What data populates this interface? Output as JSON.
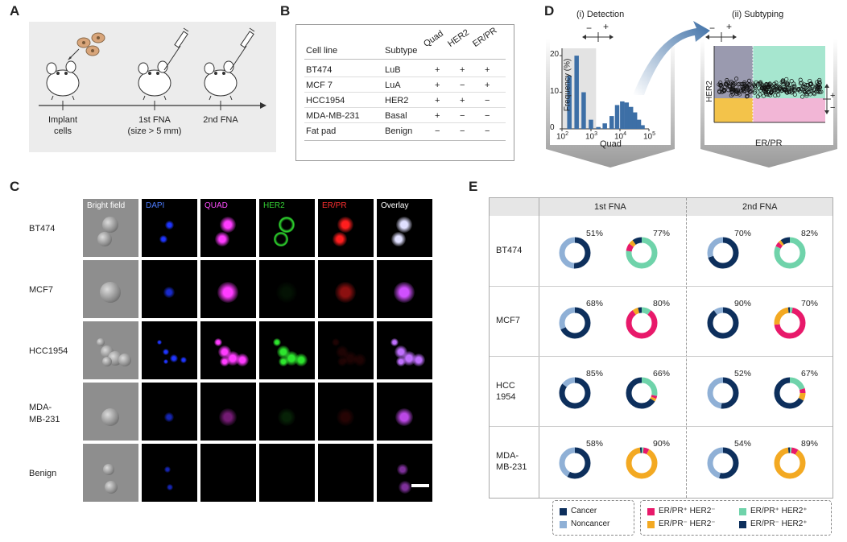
{
  "panels": {
    "A": "A",
    "B": "B",
    "C": "C",
    "D": "D",
    "E": "E"
  },
  "panelA": {
    "steps": [
      "Implant\ncells",
      "1st FNA\n(size > 5 mm)",
      "2nd FNA"
    ],
    "colors": {
      "bg": "#ececec",
      "cells": "#d8a57a"
    }
  },
  "panelB": {
    "headers": [
      "Cell line",
      "Subtype",
      "Quad",
      "HER2",
      "ER/PR"
    ],
    "rows": [
      [
        "BT474",
        "LuB",
        "+",
        "+",
        "+"
      ],
      [
        "MCF 7",
        "LuA",
        "+",
        "−",
        "+"
      ],
      [
        "HCC1954",
        "HER2",
        "+",
        "+",
        "−"
      ],
      [
        "MDA-MB-231",
        "Basal",
        "+",
        "−",
        "−"
      ],
      [
        "Fat pad",
        "Benign",
        "−",
        "−",
        "−"
      ]
    ]
  },
  "panelC": {
    "columns": [
      "Bright field",
      "DAPI",
      "QUAD",
      "HER2",
      "ER/PR",
      "Overlay"
    ],
    "column_colors": [
      "#ffffff",
      "#4d7cff",
      "#ff4dff",
      "#35d335",
      "#ff3030",
      "#ffffff"
    ],
    "rows": [
      "BT474",
      "MCF7",
      "HCC1954",
      "MDA-\nMB-231",
      "Benign"
    ]
  },
  "panelD": {
    "detection_title": "(i)  Detection",
    "subtyping_title": "(ii)  Subtyping",
    "minus": "−",
    "plus": "+",
    "ylabel": "Frequency (%)",
    "xlabel": "Quad",
    "yticks": [
      "0",
      "10",
      "20"
    ],
    "xticks_base": [
      "10",
      "10",
      "10",
      "10"
    ],
    "xticks_exp": [
      "2",
      "3",
      "4",
      "5"
    ],
    "scatter_xlabel": "ER/PR",
    "scatter_ylabel": "HER2",
    "quadrant_colors": {
      "tl": "#9a9aaf",
      "tr": "#a6e6cf",
      "bl": "#f3c34a",
      "br": "#f2b6d6"
    }
  },
  "chart_data": {
    "type": "bar",
    "xlabel": "Quad",
    "ylabel": "Frequency (%)",
    "x_scale": "log",
    "xlim": [
      100,
      100000
    ],
    "ylim": [
      0,
      22
    ],
    "x": [
      180,
      320,
      560,
      1000,
      1800,
      3000,
      5200,
      8000,
      12000,
      17000,
      24000,
      33000,
      45000,
      60000
    ],
    "values": [
      14.5,
      20,
      10,
      2.5,
      0.5,
      1.5,
      3.5,
      6.5,
      7.5,
      7.2,
      6,
      4.5,
      2.5,
      1
    ]
  },
  "panelE": {
    "column_headers": [
      "1st FNA",
      "2nd FNA"
    ],
    "rows": [
      {
        "label": "BT474",
        "donuts": [
          {
            "pct": "51%",
            "cancer": 0.51
          },
          {
            "pct": "77%",
            "segs": [
              0.77,
              0.08,
              0.05,
              0.1
            ]
          },
          {
            "pct": "70%",
            "cancer": 0.7
          },
          {
            "pct": "82%",
            "segs": [
              0.82,
              0.05,
              0.03,
              0.1
            ]
          }
        ]
      },
      {
        "label": "MCF7",
        "donuts": [
          {
            "pct": "68%",
            "cancer": 0.68
          },
          {
            "pct": "80%",
            "segs": [
              0.1,
              0.8,
              0.06,
              0.04
            ]
          },
          {
            "pct": "90%",
            "cancer": 0.9
          },
          {
            "pct": "70%",
            "segs": [
              0.03,
              0.7,
              0.25,
              0.02
            ]
          }
        ]
      },
      {
        "label": "HCC\n1954",
        "donuts": [
          {
            "pct": "85%",
            "cancer": 0.85
          },
          {
            "pct": "66%",
            "segs": [
              0.28,
              0.03,
              0.03,
              0.66
            ]
          },
          {
            "pct": "52%",
            "cancer": 0.52
          },
          {
            "pct": "67%",
            "segs": [
              0.2,
              0.05,
              0.08,
              0.67
            ]
          }
        ]
      },
      {
        "label": "MDA-\nMB-231",
        "donuts": [
          {
            "pct": "58%",
            "cancer": 0.58
          },
          {
            "pct": "90%",
            "segs": [
              0.02,
              0.06,
              0.9,
              0.02
            ]
          },
          {
            "pct": "54%",
            "cancer": 0.54
          },
          {
            "pct": "89%",
            "segs": [
              0.02,
              0.07,
              0.89,
              0.02
            ]
          }
        ]
      }
    ],
    "legend_left": [
      "Cancer",
      "Noncancer"
    ],
    "legend_right": [
      "ER/PR⁺ HER2⁻",
      "ER/PR⁻ HER2⁻",
      "ER/PR⁺ HER2⁺",
      "ER/PR⁻ HER2⁺"
    ],
    "colors": {
      "cancer": "#0d2f5c",
      "noncancer": "#8fb0d6",
      "erpr_pos_her2_pos": "#6fd3aa",
      "erpr_pos_her2_neg": "#e8196a",
      "erpr_neg_her2_neg": "#f3a922",
      "erpr_neg_her2_pos": "#0d2f5c"
    }
  }
}
